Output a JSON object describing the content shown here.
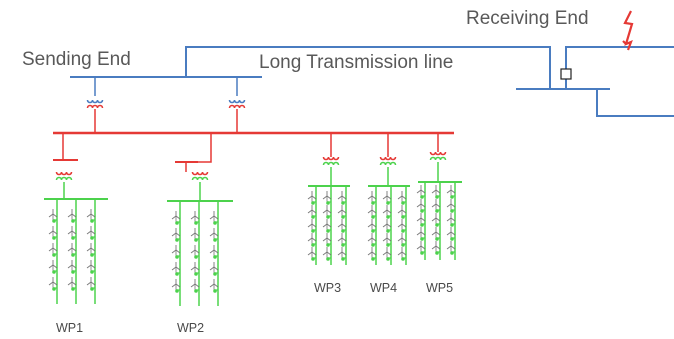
{
  "labels": {
    "sending_end": "Sending End",
    "receiving_end": "Receiving End",
    "line": "Long Transmission line"
  },
  "parks": [
    {
      "id": "WP1",
      "label": "WP1",
      "strings": 3
    },
    {
      "id": "WP2",
      "label": "WP2",
      "strings": 3
    },
    {
      "id": "WP3",
      "label": "WP3",
      "strings": 3
    },
    {
      "id": "WP4",
      "label": "WP4",
      "strings": 3
    },
    {
      "id": "WP5",
      "label": "WP5",
      "strings": 3
    }
  ],
  "colors": {
    "transmission": "#4a7cc0",
    "collector": "#e53935",
    "farm": "#4cd24c",
    "turbine_blade": "#777777",
    "fault": "#e53935",
    "text": "#595959"
  },
  "symbols": {
    "fault": "lightning-bolt-icon",
    "breaker": "circuit-breaker-icon",
    "transformer": "transformer-icon",
    "turbine": "wind-turbine-icon"
  }
}
